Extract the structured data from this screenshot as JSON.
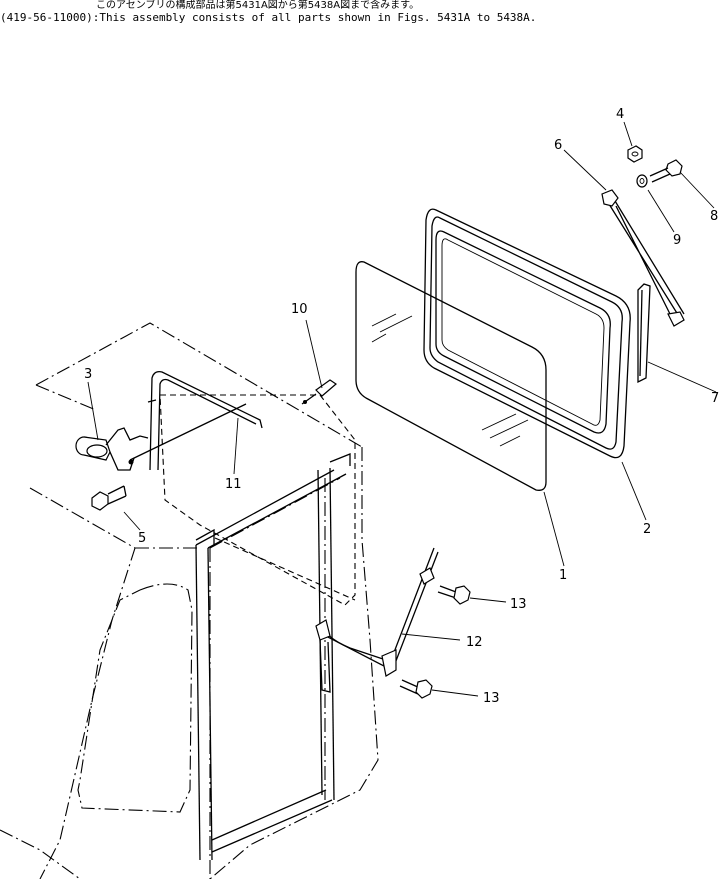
{
  "header": {
    "note_jp": "このアセンブリの構成部品は第5431A図から第5438A図まで含みます。",
    "note_en": "(419-56-11000):This assembly consists of all parts shown in Figs. 5431A to 5438A."
  },
  "callouts": {
    "c1": "1",
    "c2": "2",
    "c3": "3",
    "c4": "4",
    "c5": "5",
    "c6": "6",
    "c7": "7",
    "c8": "8",
    "c9": "9",
    "c10": "10",
    "c11": "11",
    "c12": "12",
    "c13a": "13",
    "c13b": "13"
  }
}
